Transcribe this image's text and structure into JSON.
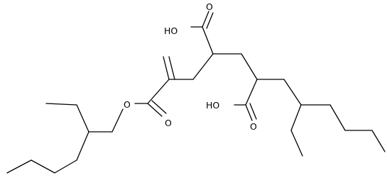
{
  "structure": {
    "labels": {
      "acid_top": "HO",
      "acid_top_o": "O",
      "acid_mid": "HO",
      "acid_mid_o": "O",
      "ester_o": "O",
      "ester_carbonyl_o": "O"
    },
    "colors": {
      "bond": "#000000",
      "text": "#000000",
      "background": "#ffffff"
    }
  }
}
